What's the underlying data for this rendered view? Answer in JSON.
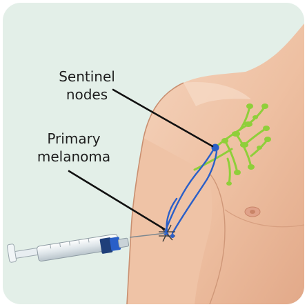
{
  "labels": {
    "sentinel": [
      "Sentinel",
      "nodes"
    ],
    "primary": [
      "Primary",
      "melanoma"
    ]
  },
  "colors": {
    "background": "#e3efe8",
    "skin": "#f0c9ad",
    "skin_shadow": "#d89a7c",
    "lymph": "#8fcf3a",
    "dye": "#2a5fc8",
    "syringe_plunger": "#1f3f7a"
  }
}
